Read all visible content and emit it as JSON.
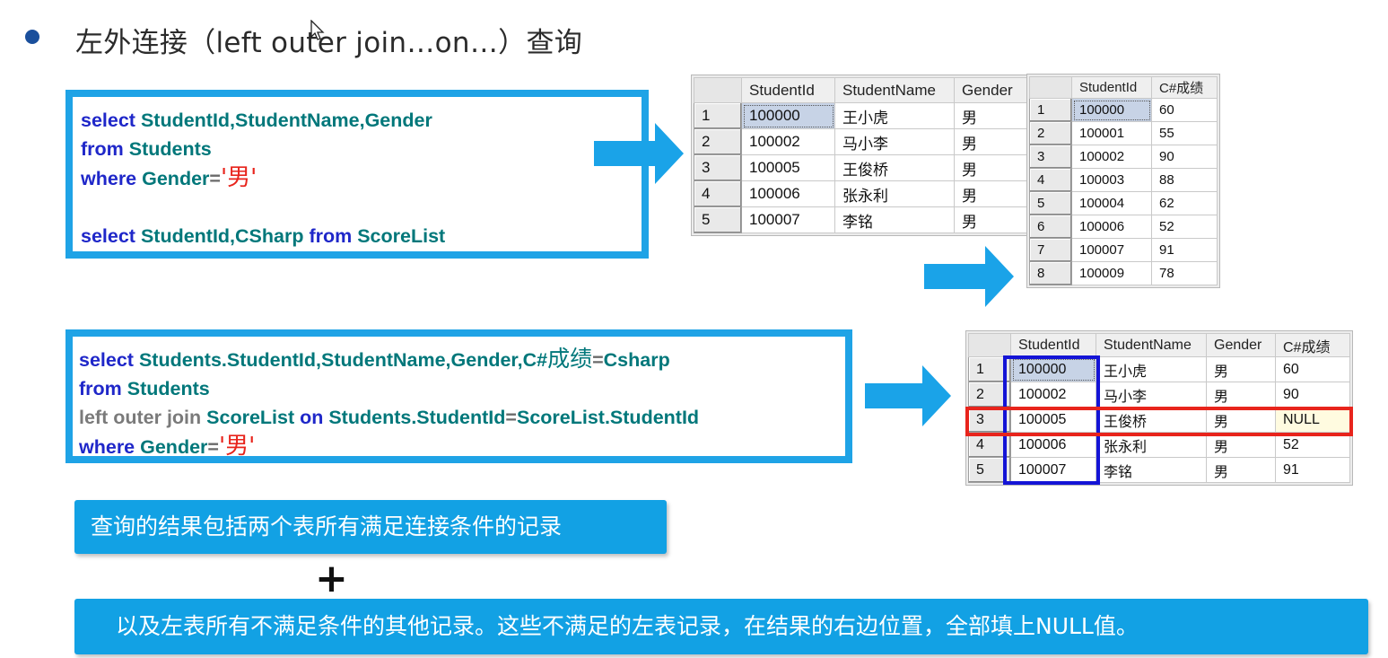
{
  "title": "左外连接（left outer join…on…）查询",
  "code1": {
    "line1": {
      "kw": "select ",
      "rest": "StudentId,StudentName,Gender"
    },
    "line2": {
      "kw": "from ",
      "rest": "Students"
    },
    "line3": {
      "kw": "where ",
      "id": "Gender",
      "op": "=",
      "val": "'男'"
    },
    "line4": {
      "kw": "select ",
      "rest": "StudentId,CSharp ",
      "kw2": "from ",
      "rest2": "ScoreList"
    }
  },
  "code2": {
    "line1": {
      "kw": "select ",
      "rest": "Students.StudentId,StudentName,Gender,C#",
      "cn": "成绩",
      "op": "=",
      "rest2": "Csharp"
    },
    "line2": {
      "kw": "from ",
      "rest": "Students"
    },
    "line3": {
      "gr": "left outer join ",
      "rest": "ScoreList ",
      "kw": "on ",
      "rest2": "Students.StudentId",
      "op": "=",
      "rest3": "ScoreList.StudentId"
    },
    "line4": {
      "kw": "where ",
      "id": "Gender",
      "op": "=",
      "val": "'男'"
    }
  },
  "table_students": {
    "headers": [
      "StudentId",
      "StudentName",
      "Gender"
    ],
    "rows": [
      [
        "1",
        "100000",
        "王小虎",
        "男"
      ],
      [
        "2",
        "100002",
        "马小李",
        "男"
      ],
      [
        "3",
        "100005",
        "王俊桥",
        "男"
      ],
      [
        "4",
        "100006",
        "张永利",
        "男"
      ],
      [
        "5",
        "100007",
        "李铭",
        "男"
      ]
    ]
  },
  "table_scores": {
    "headers": [
      "StudentId",
      "C#成绩"
    ],
    "rows": [
      [
        "1",
        "100000",
        "60"
      ],
      [
        "2",
        "100001",
        "55"
      ],
      [
        "3",
        "100002",
        "90"
      ],
      [
        "4",
        "100003",
        "88"
      ],
      [
        "5",
        "100004",
        "62"
      ],
      [
        "6",
        "100006",
        "52"
      ],
      [
        "7",
        "100007",
        "91"
      ],
      [
        "8",
        "100009",
        "78"
      ]
    ]
  },
  "table_result": {
    "headers": [
      "StudentId",
      "StudentName",
      "Gender",
      "C#成绩"
    ],
    "rows": [
      [
        "1",
        "100000",
        "王小虎",
        "男",
        "60"
      ],
      [
        "2",
        "100002",
        "马小李",
        "男",
        "90"
      ],
      [
        "3",
        "100005",
        "王俊桥",
        "男",
        "NULL"
      ],
      [
        "4",
        "100006",
        "张永利",
        "男",
        "52"
      ],
      [
        "5",
        "100007",
        "李铭",
        "男",
        "91"
      ]
    ]
  },
  "note1": "查询的结果包括两个表所有满足连接条件的记录",
  "plus": "+",
  "note2": "以及左表所有不满足条件的其他记录。这些不满足的左表记录，在结果的右边位置，全部填上NULL值。",
  "colors": {
    "accent": "#1fa3e6",
    "highlight_red": "#e8241c",
    "highlight_blue": "#1414d6"
  }
}
